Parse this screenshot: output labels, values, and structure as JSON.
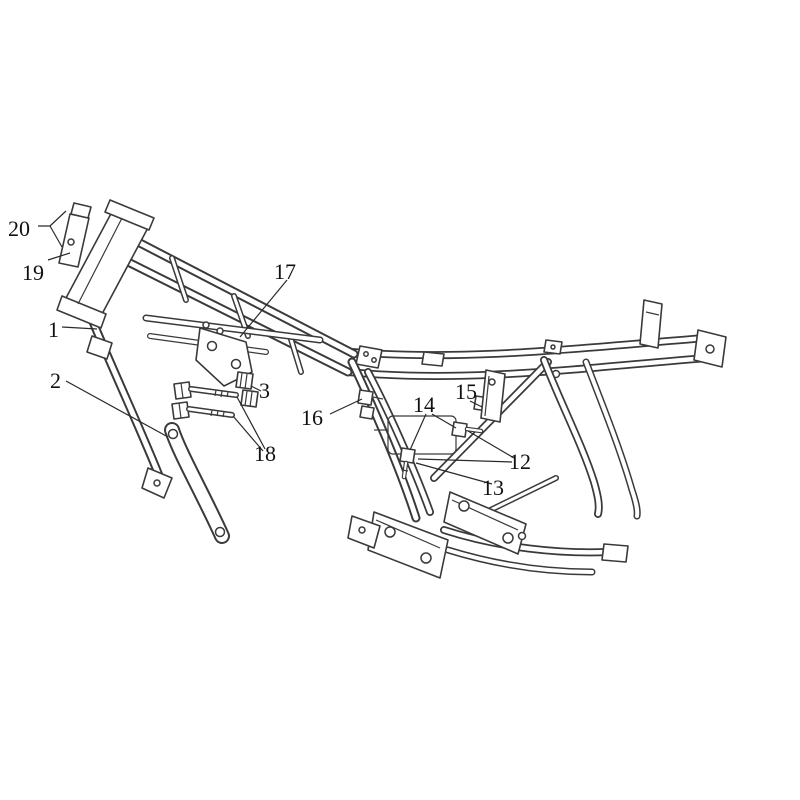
{
  "meta": {
    "background": "#ffffff",
    "line_color": "#3a3a3a",
    "text_color": "#111111",
    "figure_kind": "exploded-parts-diagram-motorcycle-frame"
  },
  "callouts": {
    "c1": {
      "label": "1"
    },
    "c2": {
      "label": "2"
    },
    "c3": {
      "label": "3"
    },
    "c12": {
      "label": "12"
    },
    "c13": {
      "label": "13"
    },
    "c14": {
      "label": "14"
    },
    "c15": {
      "label": "15"
    },
    "c16": {
      "label": "16"
    },
    "c17": {
      "label": "17"
    },
    "c18": {
      "label": "18"
    },
    "c19": {
      "label": "19"
    },
    "c20": {
      "label": "20"
    }
  }
}
